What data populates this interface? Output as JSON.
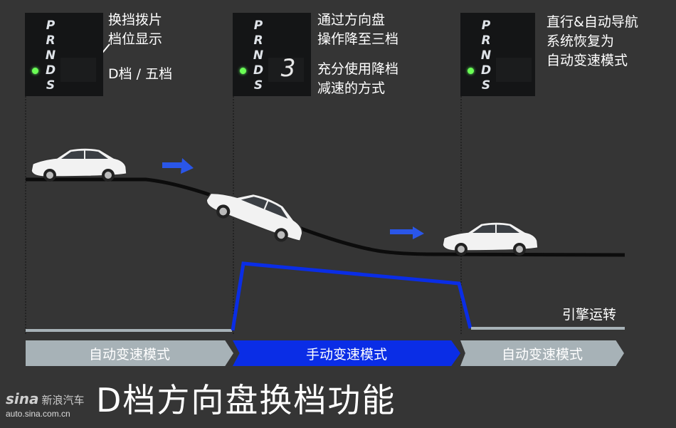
{
  "panels": [
    {
      "gear_letters": [
        "P",
        "R",
        "N",
        "D",
        "S"
      ],
      "gear_number": "",
      "caption_lines": [
        "换挡拨片",
        "档位显示"
      ],
      "sub_caption": "D档 / 五档"
    },
    {
      "gear_letters": [
        "P",
        "R",
        "N",
        "D",
        "S"
      ],
      "gear_number": "3",
      "caption_lines": [
        "通过方向盘",
        "操作降至三档"
      ],
      "sub_caption_lines": [
        "充分使用降档",
        "减速的方式"
      ]
    },
    {
      "gear_letters": [
        "P",
        "R",
        "N",
        "D",
        "S"
      ],
      "gear_number": "",
      "caption_lines": [
        "直行&自动导航",
        "系统恢复为",
        "自动变速模式"
      ]
    }
  ],
  "engine_label": "引擎运转",
  "modes": [
    {
      "label": "自动变速模式",
      "color": "#a7b2b7"
    },
    {
      "label": "手动变速模式",
      "color": "#0a2de6"
    },
    {
      "label": "自动变速模式",
      "color": "#a7b2b7"
    }
  ],
  "title": "D档方向盘换档功能",
  "watermark": {
    "logo": "sina",
    "name": "新浪汽车",
    "url": "auto.sina.com.cn"
  },
  "colors": {
    "background": "#353535",
    "manual_blue": "#0a2de6",
    "led_green": "#6bff55",
    "engine_line": "#a7b2b7"
  }
}
